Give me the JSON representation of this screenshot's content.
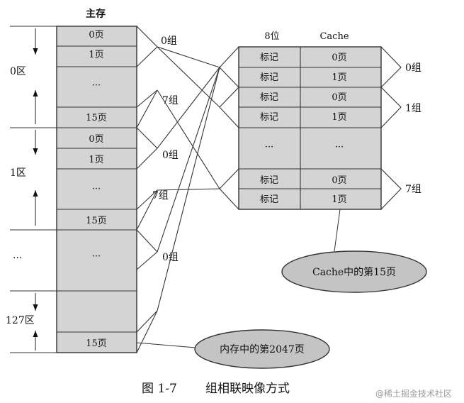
{
  "colors": {
    "cell_fill": "#d4d4d4",
    "line": "#333333",
    "ellipse_fill": "#c4c4c4",
    "text": "#111111",
    "watermark": "#9a9a9a"
  },
  "main_memory": {
    "title": "主存",
    "rows": [
      "0页",
      "1页",
      "···",
      "15页",
      "0页",
      "1页",
      "···",
      "15页",
      "···",
      "",
      "15页"
    ],
    "zones": [
      "0区",
      "1区",
      "···",
      "127区"
    ]
  },
  "cache": {
    "header_tag": "8位",
    "header_name": "Cache",
    "rows": [
      {
        "tag": "标记",
        "page": "0页"
      },
      {
        "tag": "标记",
        "page": "1页"
      },
      {
        "tag": "标记",
        "page": "0页"
      },
      {
        "tag": "标记",
        "page": "1页"
      },
      {
        "tag": "···",
        "page": "···"
      },
      {
        "tag": "标记",
        "page": "0页"
      },
      {
        "tag": "标记",
        "page": "1页"
      }
    ],
    "groups": [
      "0组",
      "1组",
      "7组"
    ]
  },
  "link_labels": [
    "0组",
    "7组",
    "0组",
    "7组",
    "0组"
  ],
  "callouts": {
    "cache": "Cache中的第15页",
    "memory": "内存中的第2047页"
  },
  "caption": {
    "figure": "图 1-7",
    "title": "组相联映像方式"
  },
  "watermark": "@稀土掘金技术社区"
}
